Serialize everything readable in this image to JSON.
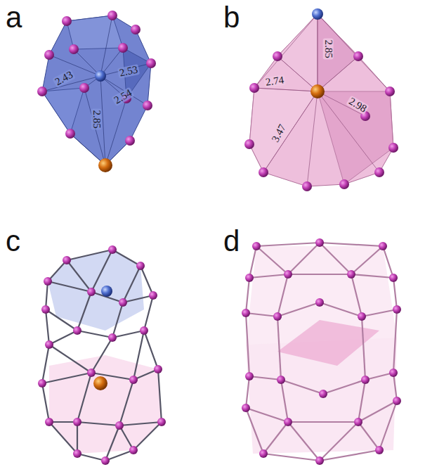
{
  "diagram": {
    "labels": [
      "a",
      "2.43",
      "2.53",
      "2.54",
      "2.85",
      "b",
      "2.85",
      "2.74",
      "2.98",
      "3.47",
      "c",
      "d"
    ]
  }
}
